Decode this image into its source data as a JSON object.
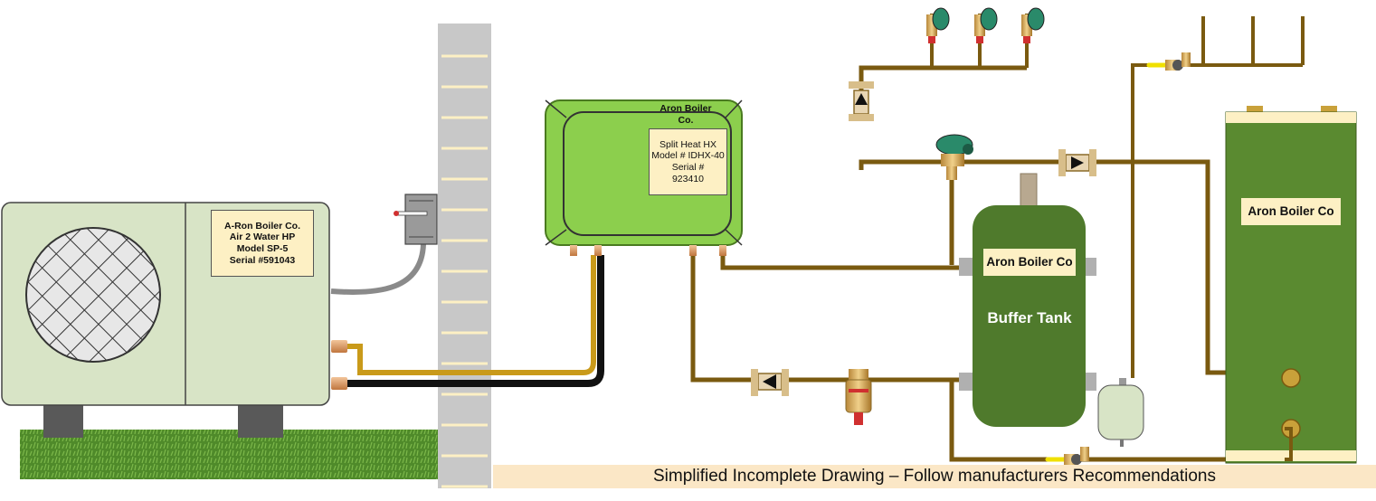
{
  "heat_pump": {
    "label_lines": [
      "A-Ron Boiler Co.",
      "Air 2 Water HP",
      "Model SP-5",
      "Serial #591043"
    ]
  },
  "heat_exchanger": {
    "brand": "Aron Boiler Co.",
    "label_lines": [
      "Split Heat HX",
      "Model # IDHX-40",
      "Serial #",
      "923410"
    ]
  },
  "buffer_tank": {
    "brand": "Aron Boiler Co",
    "title": "Buffer Tank"
  },
  "water_heater": {
    "brand": "Aron Boiler Co"
  },
  "caption": "Simplified Incomplete Drawing – Follow manufacturers Recommendations",
  "colors": {
    "pipe": "#7a5a10",
    "unit_body": "#d8e4c6",
    "hx_green": "#8ccf4d",
    "tank_green": "#4f7a2c",
    "label_bg": "#fdf0c4",
    "wall": "#c8c8c8"
  }
}
